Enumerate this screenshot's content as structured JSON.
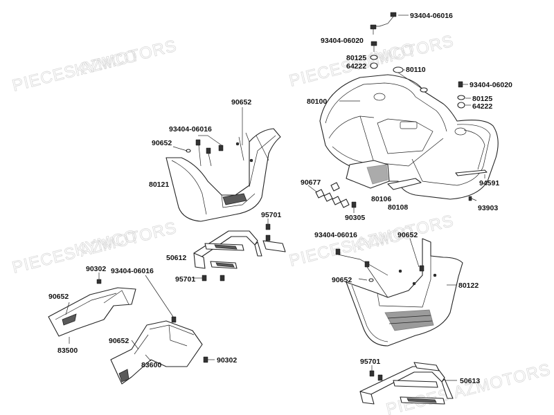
{
  "watermarks": [
    "PIECES AZMOTORS",
    "KYMCO"
  ],
  "labels": {
    "l_93404_06016_a": "93404-06016",
    "l_93404_06020_a": "93404-06020",
    "l_80125_a": "80125",
    "l_64222_a": "64222",
    "l_80110": "80110",
    "l_93404_06020_b": "93404-06020",
    "l_80100": "80100",
    "l_80125_b": "80125",
    "l_64222_b": "64222",
    "l_90652_a": "90652",
    "l_93404_06016_b": "93404-06016",
    "l_90652_b": "90652",
    "l_80121": "80121",
    "l_90677": "90677",
    "l_80106": "80106",
    "l_80108": "80108",
    "l_94591": "94591",
    "l_90305": "90305",
    "l_93903": "93903",
    "l_95701_a": "95701",
    "l_50612": "50612",
    "l_93404_06016_c": "93404-06016",
    "l_90652_c": "90652",
    "l_90302_a": "90302",
    "l_93404_06016_d": "93404-06016",
    "l_95701_b": "95701",
    "l_90652_d": "90652",
    "l_80122": "80122",
    "l_90652_e": "90652",
    "l_83500": "83500",
    "l_90652_f": "90652",
    "l_83600": "83600",
    "l_90302_b": "90302",
    "l_95701_c": "95701",
    "l_50613": "50613"
  }
}
